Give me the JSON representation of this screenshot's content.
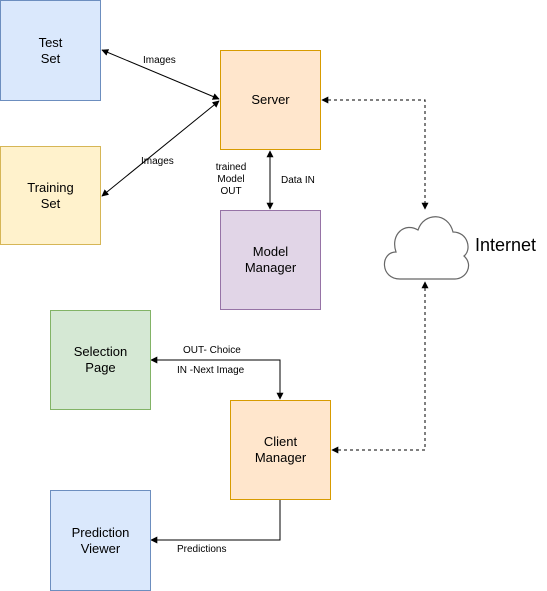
{
  "nodes": {
    "test_set": "Test\nSet",
    "training_set": "Training\nSet",
    "server": "Server",
    "model_manager": "Model\nManager",
    "selection_page": "Selection\nPage",
    "client_manager": "Client\nManager",
    "prediction_viewer": "Prediction\nViewer"
  },
  "cloud_label": "Internet",
  "edge_labels": {
    "images_top": "Images",
    "images_bottom": "Images",
    "trained_model_out": "trained\nModel\nOUT",
    "data_in": "Data IN",
    "out_choice": "OUT- Choice",
    "in_next_image": "IN -Next Image",
    "predictions": "Predictions"
  },
  "colors": {
    "blue_fill": "#dae8fc",
    "blue_stroke": "#6c8ebf",
    "yellow_fill": "#fff2cc",
    "yellow_stroke": "#d6b656",
    "orange_fill": "#ffe6cc",
    "orange_stroke": "#d79b00",
    "purple_fill": "#e1d5e7",
    "purple_stroke": "#9673a6",
    "green_fill": "#d5e8d4",
    "green_stroke": "#82b366"
  }
}
